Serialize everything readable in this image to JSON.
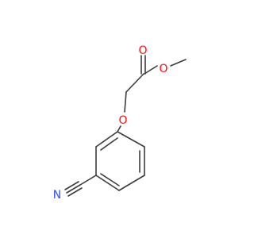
{
  "molecule": {
    "atoms": {
      "carbonyl_oxygen": {
        "label": "O",
        "color": "#ff0d0d"
      },
      "ester_oxygen": {
        "label": "O",
        "color": "#ff0d0d"
      },
      "ether_oxygen": {
        "label": "O",
        "color": "#ff0d0d"
      },
      "nitrile_nitrogen": {
        "label": "N",
        "color": "#3050f8"
      }
    },
    "bond_color": "#3c3c3c"
  }
}
